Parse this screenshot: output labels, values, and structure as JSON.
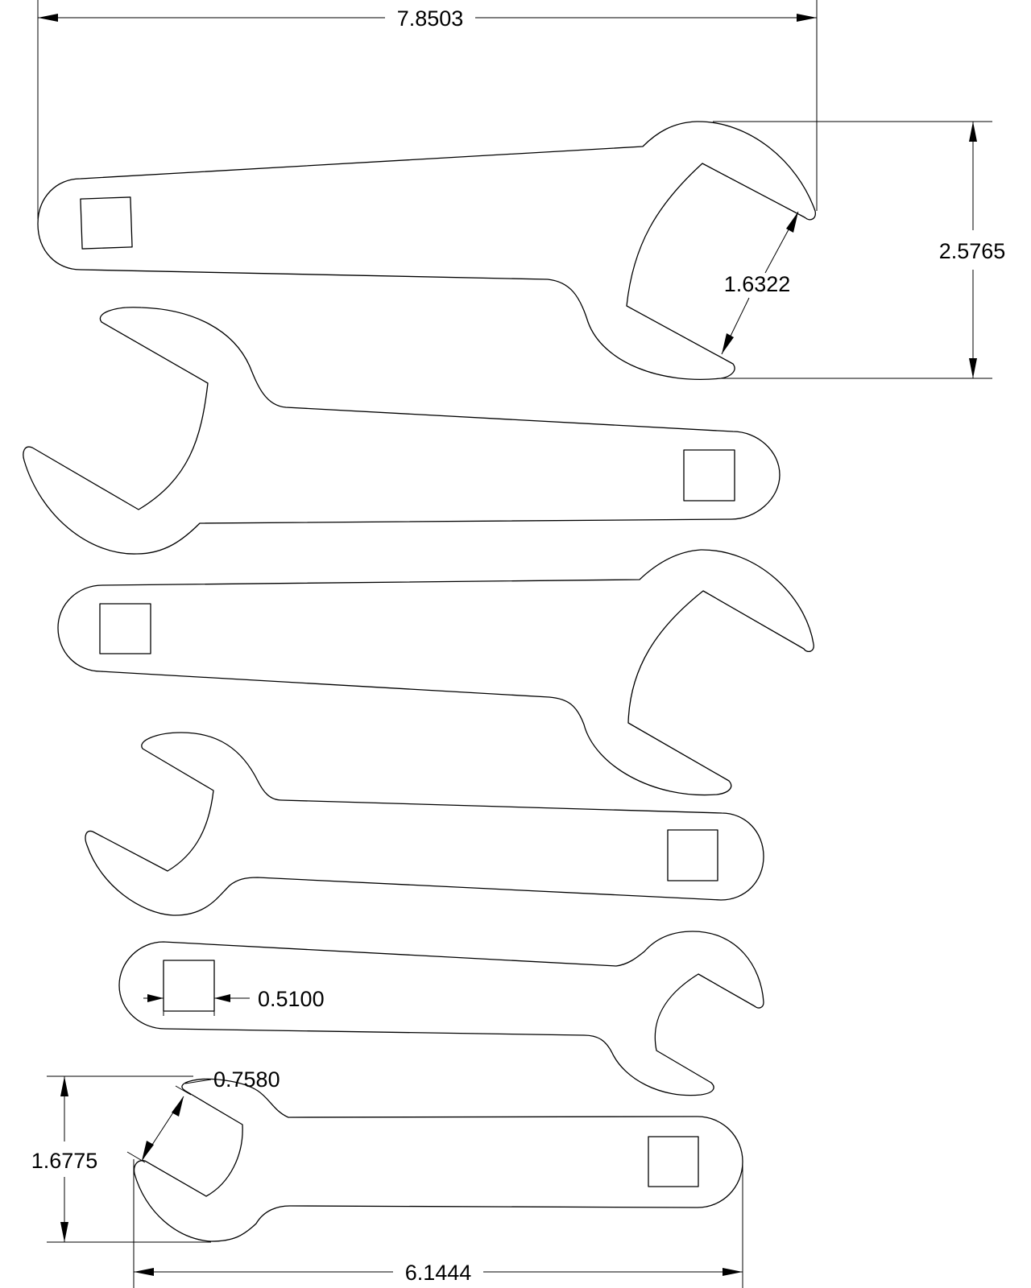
{
  "colors": {
    "line": "#000000",
    "background": "#ffffff"
  },
  "dimensions": {
    "overall_length_large": "7.8503",
    "head_height_large": "2.5765",
    "jaw_opening_large": "1.6322",
    "square_hole_width": "0.5100",
    "jaw_opening_small": "0.7580",
    "head_height_small": "1.6775",
    "overall_length_small": "6.1444"
  }
}
